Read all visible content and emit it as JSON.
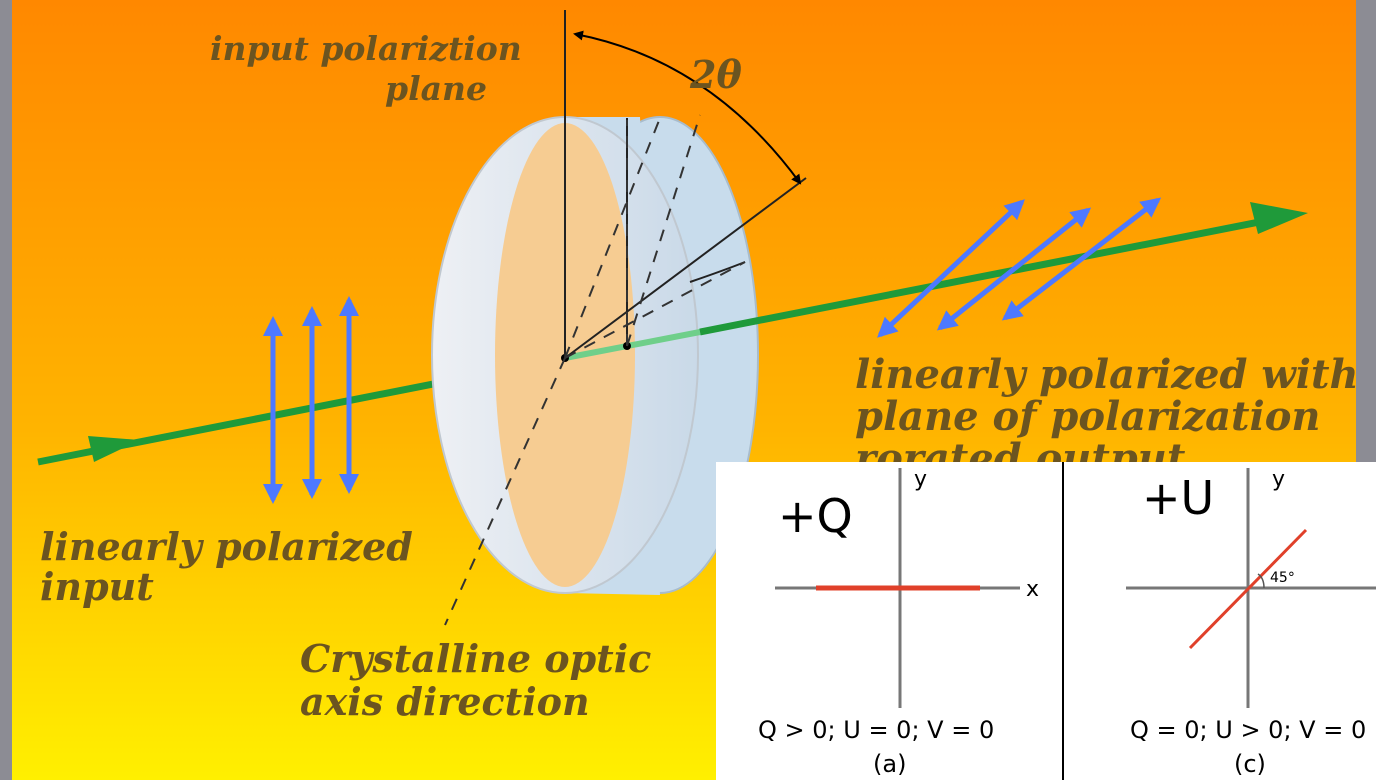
{
  "waveplate_diagram": {
    "input_plane_label": [
      "input polariztion",
      "plane"
    ],
    "angle_label": "2θ",
    "output_label": [
      "linearly polarized with",
      "plane of polarization",
      "rorated output"
    ],
    "input_label": [
      "linearly polarized",
      "input"
    ],
    "optic_axis_label": [
      "Crystalline optic",
      "axis direction"
    ],
    "colors": {
      "gradient_top": "#ff8a00",
      "gradient_bottom": "#ffee00",
      "beam": "#1f9a3a",
      "polarization_arrows": "#4d79ff",
      "text": "#6b5420"
    }
  },
  "stokes_panels": {
    "panel_a": {
      "title": "+Q",
      "y_axis": "y",
      "x_axis": "x",
      "condition": "Q > 0; U = 0; V = 0",
      "caption": "(a)"
    },
    "panel_c": {
      "title": "+U",
      "y_axis": "y",
      "angle": "45°",
      "condition": "Q = 0; U > 0; V = 0",
      "caption": "(c)"
    },
    "colors": {
      "line": "#e0402a",
      "axis": "#777777"
    }
  }
}
